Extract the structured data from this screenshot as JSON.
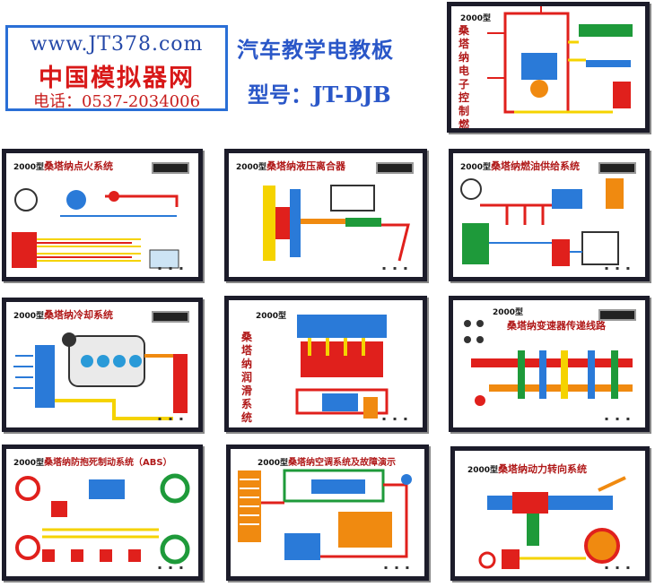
{
  "header": {
    "url": "www.JT378.com",
    "brand": "中国模拟器网",
    "phone": "电话：0537-2034006",
    "headline": "汽车教学电教板",
    "model": "型号：JT-DJB"
  },
  "boards": [
    {
      "id": "efi",
      "year": "2000型",
      "title": "桑塔纳电子控制燃油喷射系统",
      "vertical": true
    },
    {
      "id": "ignition",
      "year": "2000型",
      "title": "桑塔纳点火系统"
    },
    {
      "id": "clutch",
      "year": "2000型",
      "title": "桑塔纳液压离合器"
    },
    {
      "id": "fuel",
      "year": "2000型",
      "title": "桑塔纳燃油供给系统"
    },
    {
      "id": "cooling",
      "year": "2000型",
      "title": "桑塔纳冷却系统"
    },
    {
      "id": "lube",
      "year": "2000型",
      "title": "桑塔纳润滑系统",
      "vertical": true
    },
    {
      "id": "trans",
      "year": "2000型",
      "title": "桑塔纳变速器传递线路"
    },
    {
      "id": "abs",
      "year": "2000型",
      "title": "桑塔纳防抱死制动系统（ABS）"
    },
    {
      "id": "ac",
      "year": "2000型",
      "title": "桑塔纳空调系统及故障演示"
    },
    {
      "id": "steer",
      "year": "2000型",
      "title": "桑塔纳动力转向系统"
    }
  ],
  "colors": {
    "red": "#e0201c",
    "yellow": "#f5d300",
    "blue": "#2a7ad8",
    "green": "#1e9a3a",
    "orange": "#f08a10",
    "frame": "#1c1c2a"
  }
}
